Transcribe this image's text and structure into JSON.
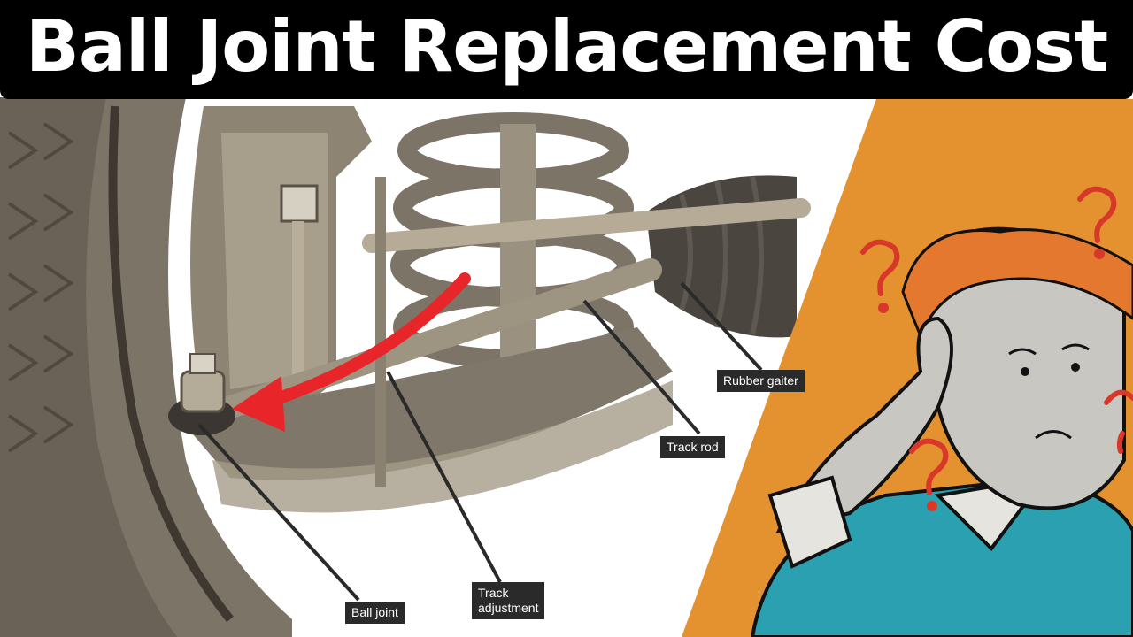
{
  "title": "Ball Joint Replacement Cost",
  "labels": {
    "rubber_gaiter": "Rubber gaiter",
    "track_rod": "Track rod",
    "ball_joint": "Ball joint",
    "track_adjustment_line1": "Track",
    "track_adjustment_line2": "adjustment"
  },
  "colors": {
    "title_bg": "#000000",
    "title_text": "#ffffff",
    "label_bg": "#2a2a2a",
    "arrow": "#e8262a",
    "orange_panel": "#e4922f",
    "question_marks": "#d8382a",
    "sweater": "#2aa0b0"
  }
}
